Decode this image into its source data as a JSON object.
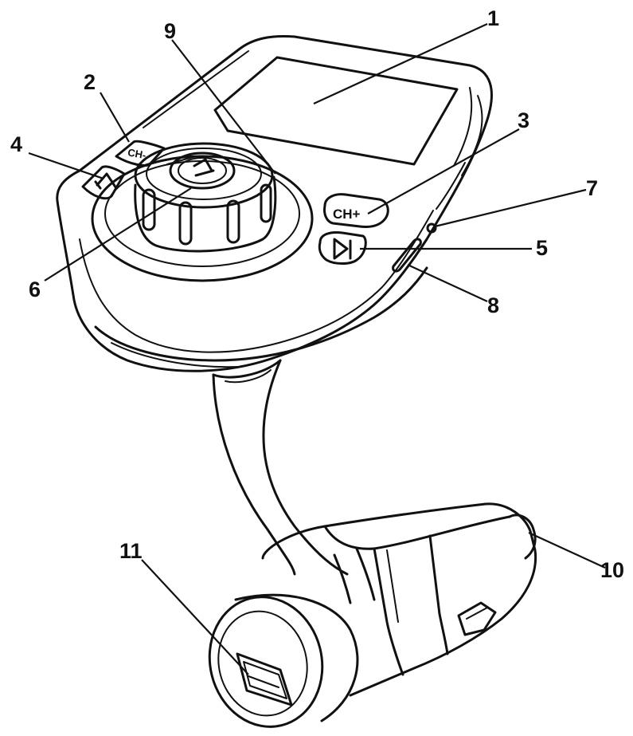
{
  "buttons": {
    "ch_minus": "CH-",
    "ch_plus": "CH+"
  },
  "callouts": [
    {
      "id": "1",
      "label": "1"
    },
    {
      "id": "2",
      "label": "2"
    },
    {
      "id": "3",
      "label": "3"
    },
    {
      "id": "4",
      "label": "4"
    },
    {
      "id": "5",
      "label": "5"
    },
    {
      "id": "6",
      "label": "6"
    },
    {
      "id": "7",
      "label": "7"
    },
    {
      "id": "8",
      "label": "8"
    },
    {
      "id": "9",
      "label": "9"
    },
    {
      "id": "10",
      "label": "10"
    },
    {
      "id": "11",
      "label": "11"
    }
  ]
}
